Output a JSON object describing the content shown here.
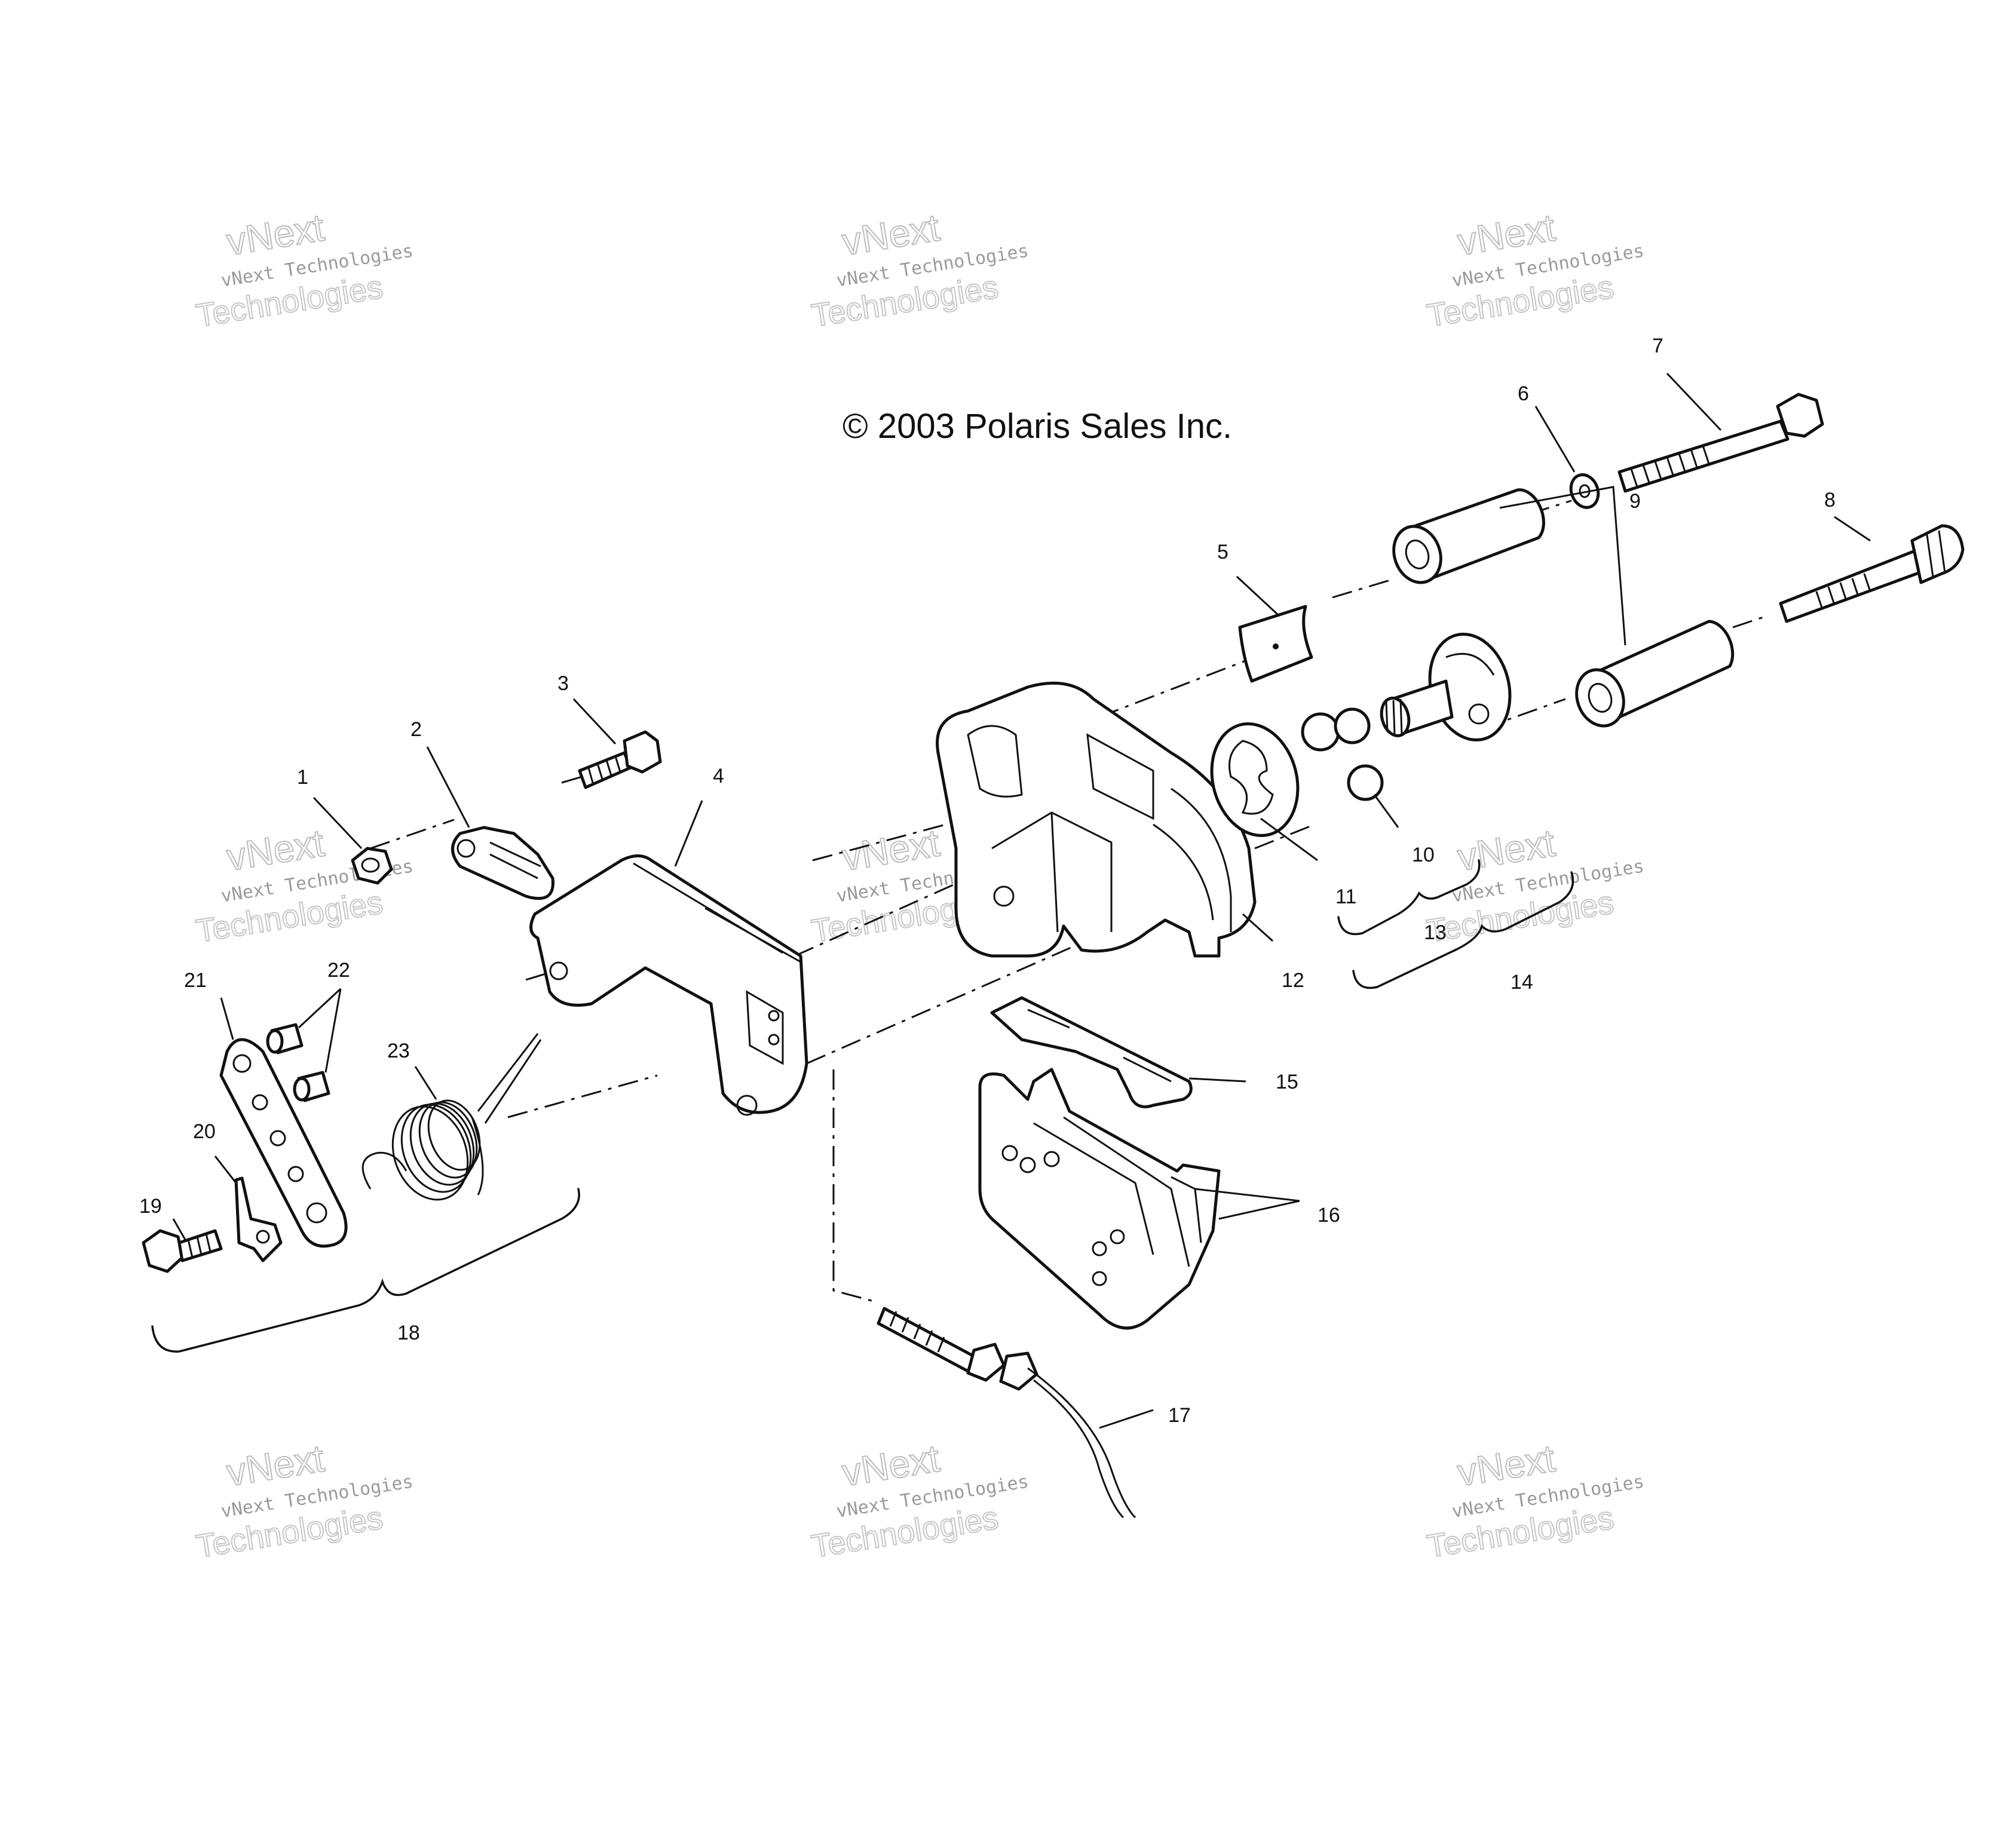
{
  "copyright": "© 2003 Polaris Sales Inc.",
  "watermark": {
    "line1": "vNext Technologies",
    "line2": "vNext",
    "line3": "Technologies"
  },
  "callouts": [
    "1",
    "2",
    "3",
    "4",
    "5",
    "6",
    "7",
    "8",
    "9",
    "10",
    "11",
    "12",
    "13",
    "14",
    "15",
    "16",
    "17",
    "18",
    "19",
    "20",
    "21",
    "22",
    "23"
  ]
}
